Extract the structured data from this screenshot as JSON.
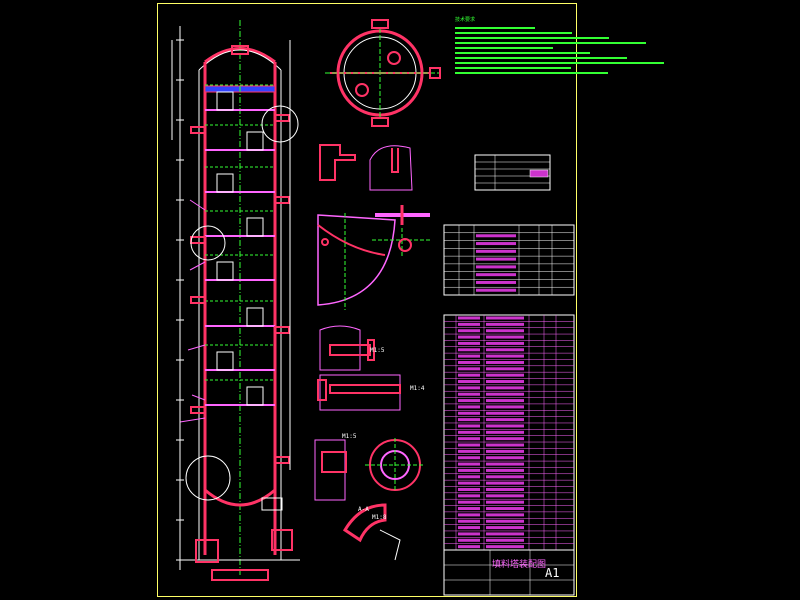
{
  "drawing": {
    "colors": {
      "background": "#000000",
      "frame": "#ffff66",
      "vessel": "#ff3366",
      "outline": "#ffffff",
      "tray": "#ff66ff",
      "centerline": "#33ff33",
      "notes": "#33ff33",
      "table_fill": "#cc33cc",
      "dims": "#ffffff"
    },
    "tech_notes_title": "技术要求",
    "title_block": {
      "drawing_name": "填料塔装配图",
      "sheet_size": "A1"
    },
    "view_labels": {
      "section_aa": "A-A",
      "scale_a": "M1:5",
      "scale_b": "M1:4",
      "scale_c": "M1:5",
      "scale_d": "M1:8"
    },
    "tables": {
      "small_table_rows": 5,
      "nozzle_table_rows": 9,
      "parts_table_rows": 37
    }
  }
}
